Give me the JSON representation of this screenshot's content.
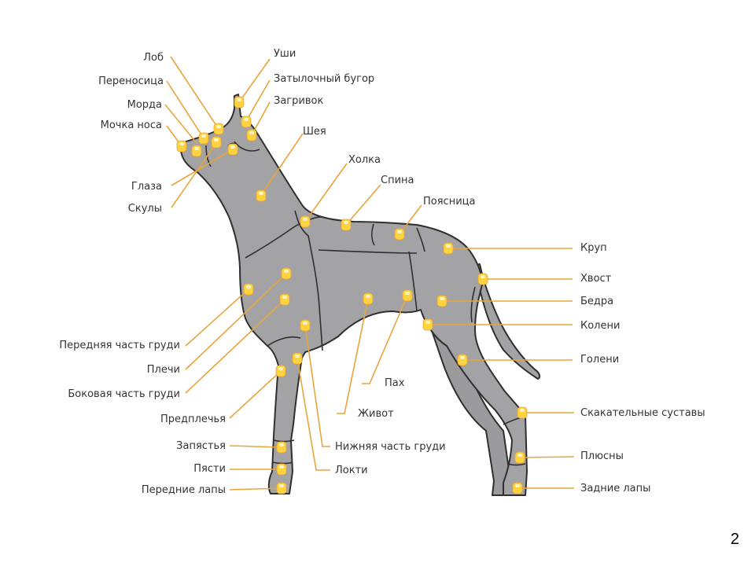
{
  "colors": {
    "body_fill": "#a3a3a5",
    "outline": "#2f2f2f",
    "leader_line": "#e8a53a",
    "marker_fill": "#ffd23f",
    "marker_highlight": "#fff7c2"
  },
  "labels": {
    "forehead": "Лоб",
    "nose_bridge": "Переносица",
    "muzzle": "Морда",
    "nose_tip": "Мочка носа",
    "eyes": "Глаза",
    "cheekbones": "Скулы",
    "ears": "Уши",
    "occiput": "Затылочный бугор",
    "nape": "Загривок",
    "neck": "Шея",
    "withers": "Холка",
    "back": "Спина",
    "loin": "Поясница",
    "croup": "Круп",
    "tail": "Хвост",
    "thighs": "Бедра",
    "stifles": "Колени",
    "shins": "Голени",
    "forechest": "Передняя часть груди",
    "shoulders": "Плечи",
    "side_chest": "Боковая часть груди",
    "forearms": "Предплечья",
    "wrists": "Запястья",
    "pasterns": "Пясти",
    "front_paws": "Передние лапы",
    "groin": "Пах",
    "belly": "Живот",
    "lower_chest": "Нижняя часть груди",
    "elbows": "Локти",
    "hocks": "Скакательные суставы",
    "metatarsus": "Плюсны",
    "hind_paws": "Задние лапы"
  },
  "page_number": "2"
}
